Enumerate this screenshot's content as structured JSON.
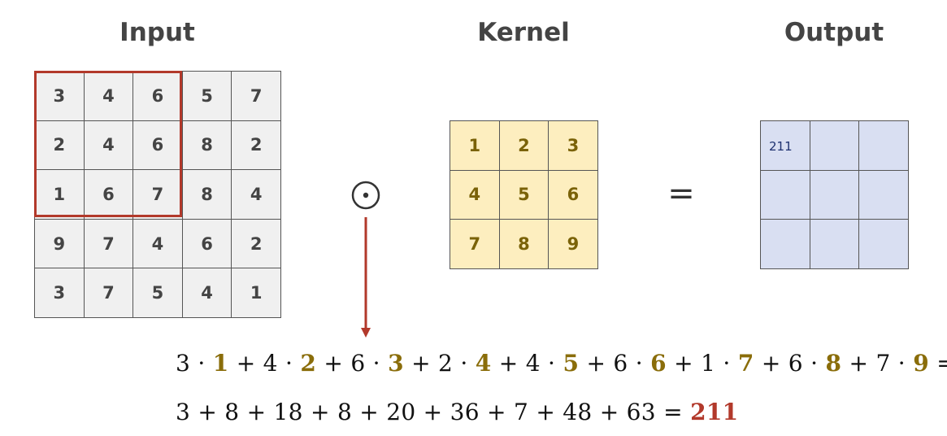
{
  "titles": {
    "input": "Input",
    "kernel": "Kernel",
    "output": "Output"
  },
  "input": [
    [
      "3",
      "4",
      "6",
      "5",
      "7"
    ],
    [
      "2",
      "4",
      "6",
      "8",
      "2"
    ],
    [
      "1",
      "6",
      "7",
      "8",
      "4"
    ],
    [
      "9",
      "7",
      "4",
      "6",
      "2"
    ],
    [
      "3",
      "7",
      "5",
      "4",
      "1"
    ]
  ],
  "kernel": [
    [
      "1",
      "2",
      "3"
    ],
    [
      "4",
      "5",
      "6"
    ],
    [
      "7",
      "8",
      "9"
    ]
  ],
  "output": [
    [
      "211",
      "",
      ""
    ],
    [
      "",
      "",
      ""
    ],
    [
      "",
      "",
      ""
    ]
  ],
  "operators": {
    "hadamard": "⊙",
    "equals": "="
  },
  "formula_line1": [
    {
      "t": "3 · "
    },
    {
      "t": "1",
      "k": 1
    },
    {
      "t": " + 4 · "
    },
    {
      "t": "2",
      "k": 1
    },
    {
      "t": " + 6 · "
    },
    {
      "t": "3",
      "k": 1
    },
    {
      "t": " + 2 · "
    },
    {
      "t": "4",
      "k": 1
    },
    {
      "t": " + 4 · "
    },
    {
      "t": "5",
      "k": 1
    },
    {
      "t": " + 6 · "
    },
    {
      "t": "6",
      "k": 1
    },
    {
      "t": " + 1 · "
    },
    {
      "t": "7",
      "k": 1
    },
    {
      "t": " + 6 · "
    },
    {
      "t": "8",
      "k": 1
    },
    {
      "t": " + 7 · "
    },
    {
      "t": "9",
      "k": 1
    },
    {
      "t": " ="
    }
  ],
  "formula_line2": {
    "expr": "3 + 8 + 18 + 8 + 20 + 36 + 7 + 48 + 63 = ",
    "result": "211"
  },
  "colors": {
    "window": "#b2392b",
    "kernel_text": "#8a6d0a",
    "result": "#b2392b"
  }
}
